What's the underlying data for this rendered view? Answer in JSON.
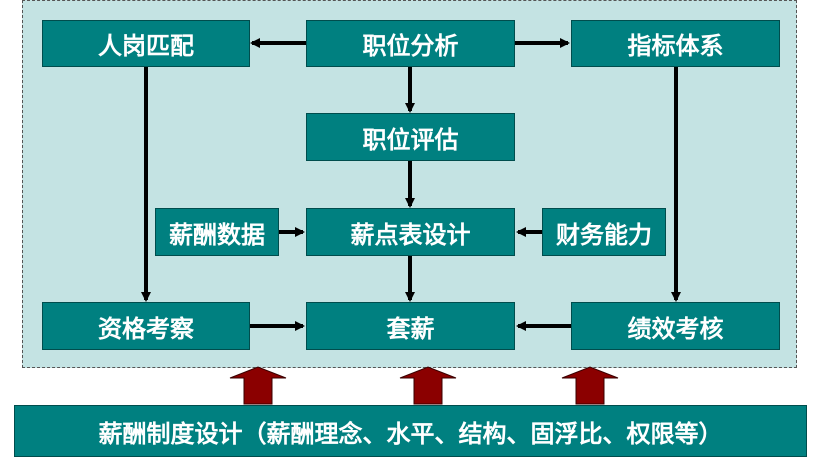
{
  "nodes": {
    "job_match": "人岗匹配",
    "job_analysis": "职位分析",
    "indicator_system": "指标体系",
    "job_evaluation": "职位评估",
    "salary_data": "薪酬数据",
    "salary_point_design": "薪点表设计",
    "financial_capacity": "财务能力",
    "qualification_assessment": "资格考察",
    "salary_fitting": "套薪",
    "performance_assessment": "绩效考核"
  },
  "foundation": "薪酬制度设计（薪酬理念、水平、结构、固浮比、权限等）",
  "colors": {
    "box_fill": "#008080",
    "panel_fill": "#c4e3e3",
    "arrow": "#000000",
    "support_arrow": "#8b0000"
  }
}
